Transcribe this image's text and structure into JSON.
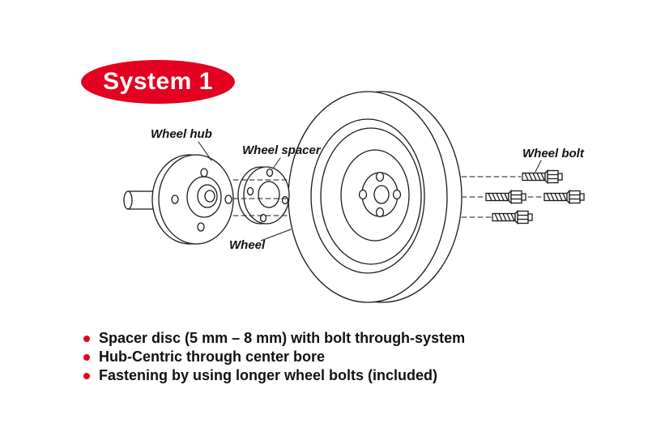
{
  "badge": {
    "label": "System 1"
  },
  "diagram": {
    "labels": {
      "wheel_hub": "Wheel hub",
      "wheel_spacer": "Wheel spacer",
      "wheel": "Wheel",
      "wheel_bolt": "Wheel bolt"
    }
  },
  "bullets": [
    "Spacer disc (5 mm – 8 mm) with bolt through-system",
    "Hub-Centric through center bore",
    "Fastening by using longer wheel bolts (included)"
  ],
  "colors": {
    "accent_red": "#e30020",
    "line": "#1a1a1a",
    "background": "#ffffff",
    "text": "#111111"
  }
}
